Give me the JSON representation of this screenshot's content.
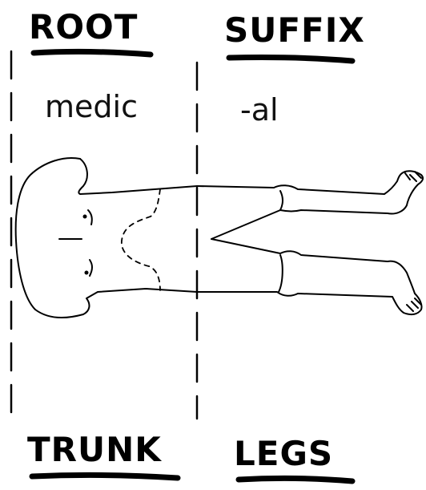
{
  "headings": {
    "root": "ROOT",
    "suffix": "SUFFIX",
    "trunk": "TRUNK",
    "legs": "LEGS"
  },
  "words": {
    "root_part": "medic",
    "suffix_part": "-al"
  },
  "colors": {
    "ink": "#000000",
    "background": "#ffffff"
  },
  "illustration": {
    "figure": "human body lying horizontally, trunk on the left, legs on the right"
  }
}
